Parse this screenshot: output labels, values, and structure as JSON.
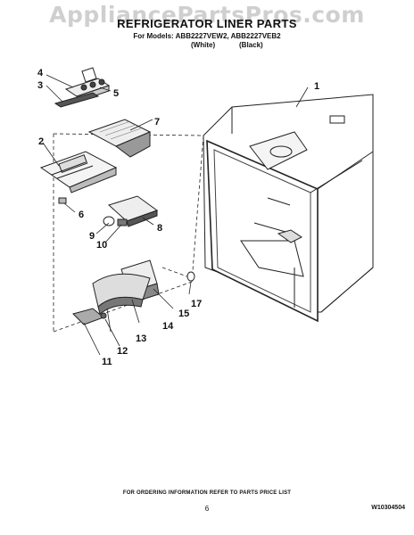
{
  "watermark": "AppliancePartsPros.com",
  "header": {
    "title": "REFRIGERATOR LINER PARTS",
    "models_line": "For Models: ABB2227VEW2, ABB2227VEB2",
    "variant_white": "(White)",
    "variant_black": "(Black)"
  },
  "callouts": [
    "1",
    "2",
    "3",
    "4",
    "5",
    "6",
    "7",
    "8",
    "9",
    "10",
    "11",
    "12",
    "13",
    "14",
    "15",
    "17"
  ],
  "footer": {
    "note": "FOR ORDERING INFORMATION REFER TO PARTS PRICE LIST",
    "page_number": "6",
    "document_code": "W10304504"
  }
}
